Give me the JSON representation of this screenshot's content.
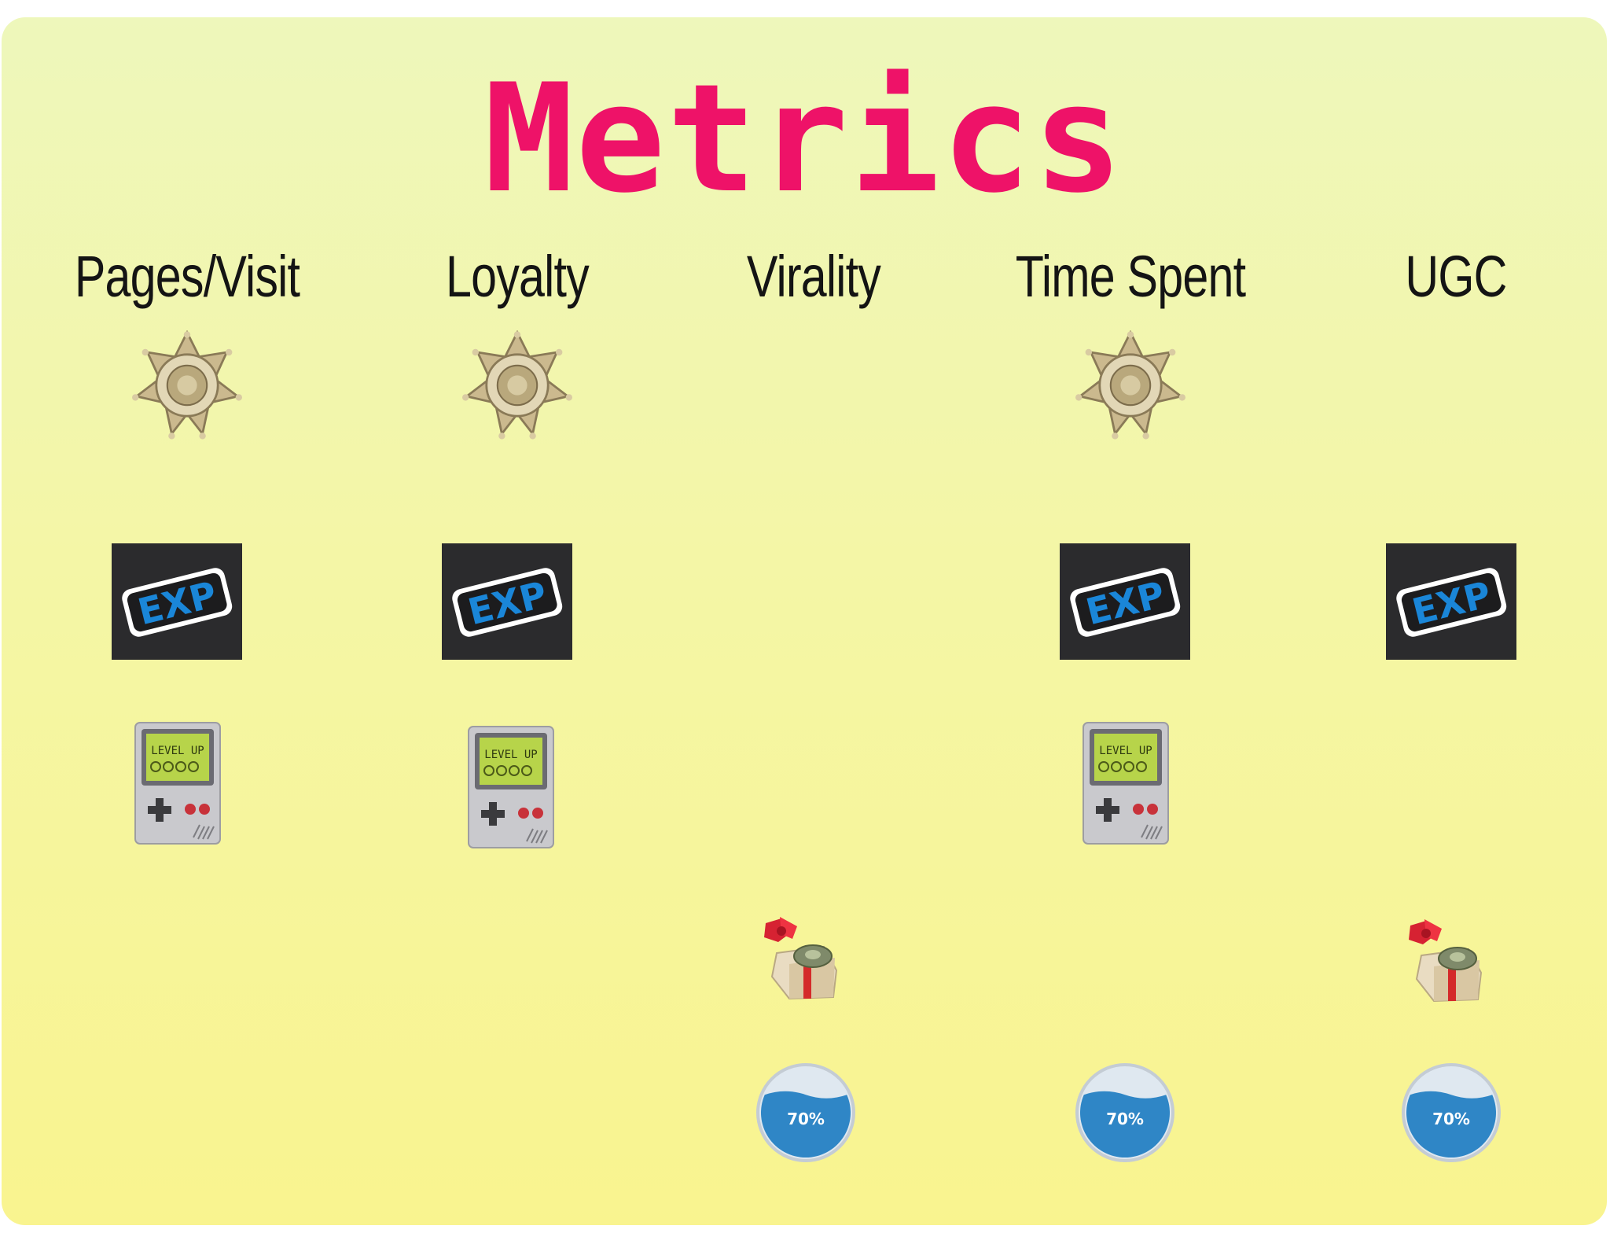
{
  "title": "Metrics",
  "columns": [
    {
      "label": "Pages/Visit",
      "badges": [
        "badge-icon",
        "exp-icon",
        "gameboy-icon"
      ]
    },
    {
      "label": "Loyalty",
      "badges": [
        "badge-icon",
        "exp-icon",
        "gameboy-icon"
      ]
    },
    {
      "label": "Virality",
      "badges": [
        "gift-icon",
        "progress-meter"
      ]
    },
    {
      "label": "Time Spent",
      "badges": [
        "badge-icon",
        "exp-icon",
        "gameboy-icon",
        "progress-meter"
      ]
    },
    {
      "label": "UGC",
      "badges": [
        "exp-icon",
        "gift-icon",
        "progress-meter"
      ]
    }
  ],
  "exp_text": "EXP",
  "gameboy_text": "LEVEL UP",
  "meters": [
    {
      "column": "Virality",
      "percent": 70,
      "label": "70%"
    },
    {
      "column": "Time Spent",
      "percent": 70,
      "label": "70%"
    },
    {
      "column": "UGC",
      "percent": 70,
      "label": "70%"
    }
  ],
  "colors": {
    "title": "#ee1268",
    "water": "#2f86c6",
    "exp": "#1a86d8"
  }
}
